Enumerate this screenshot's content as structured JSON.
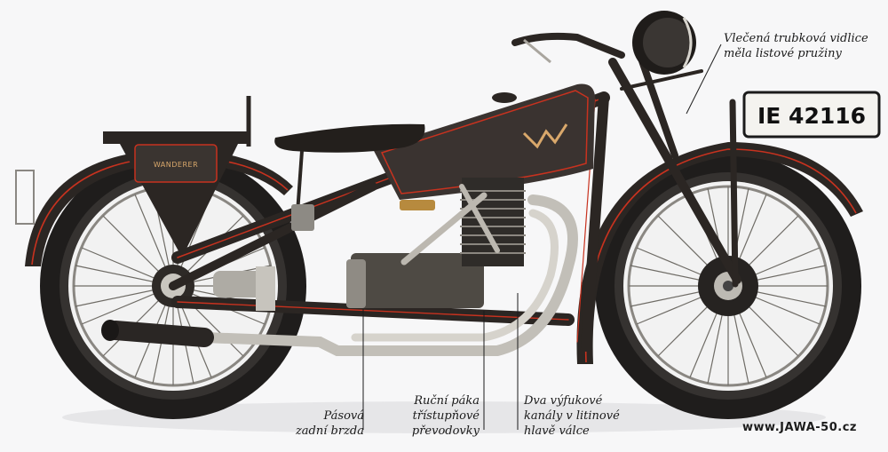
{
  "captions": {
    "fork": [
      "Vlečená trubková vidlice",
      "měla listové pružiny"
    ],
    "brake": [
      "Pásová",
      "zadní brzda"
    ],
    "lever": [
      "Ruční páka",
      "třístupňové",
      "převodovky"
    ],
    "exhaust": [
      "Dva výfukové",
      "kanály v litinové",
      "hlavě válce"
    ]
  },
  "plate": "IE 42116",
  "badge": "WANDERER",
  "watermark": "www.JAWA-50.cz",
  "colors": {
    "frame": "#2b2623",
    "pinstripe": "#c8321f",
    "tyre": "#1f1d1c",
    "chrome": "#b9b6ae",
    "background": "#f7f7f8"
  }
}
